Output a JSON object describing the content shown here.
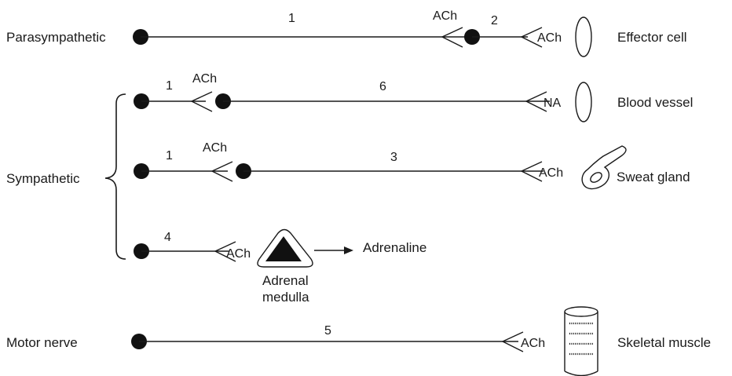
{
  "pathways": {
    "parasympathetic": {
      "label": "Parasympathetic",
      "fibre_1": "1",
      "fibre_2": "2",
      "nt_ganglion": "ACh",
      "nt_target": "ACh",
      "target": "Effector cell"
    },
    "sympathetic": {
      "label": "Sympathetic",
      "vessel": {
        "fibre_pre": "1",
        "fibre_post": "6",
        "nt_ganglion": "ACh",
        "nt_target": "NA",
        "target": "Blood vessel"
      },
      "sweat": {
        "fibre_pre": "1",
        "fibre_post": "3",
        "nt_ganglion": "ACh",
        "nt_target": "ACh",
        "target": "Sweat gland"
      },
      "adrenal": {
        "fibre": "4",
        "nt": "ACh",
        "organ_line1": "Adrenal",
        "organ_line2": "medulla",
        "secretion": "Adrenaline"
      }
    },
    "motor": {
      "label": "Motor nerve",
      "fibre": "5",
      "nt": "ACh",
      "target": "Skeletal muscle"
    }
  },
  "colors": {
    "ink": "#1a1a1a",
    "soma": "#111111",
    "background": "#ffffff"
  }
}
